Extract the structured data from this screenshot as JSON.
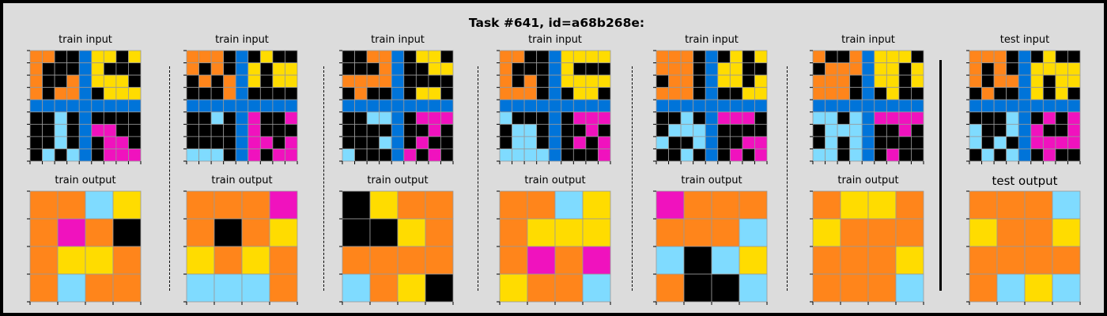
{
  "title": "Task #641, id=a68b268e:",
  "palette": {
    "0": "#000000",
    "1": "#0074D9",
    "2": "#F012BE",
    "3": "#2ECC40",
    "4": "#FFDC00",
    "5": "#AAAAAA",
    "6": "#F012BE",
    "7": "#FF851B",
    "8": "#7FDBFF",
    "9": "#870C25"
  },
  "pairs": [
    {
      "input_label": "train input",
      "output_label": "train output",
      "input": [
        [
          7,
          7,
          0,
          0,
          1,
          4,
          4,
          0,
          4
        ],
        [
          7,
          0,
          0,
          0,
          1,
          4,
          0,
          0,
          0
        ],
        [
          7,
          0,
          0,
          7,
          1,
          4,
          4,
          4,
          0
        ],
        [
          7,
          0,
          7,
          7,
          1,
          0,
          4,
          4,
          4
        ],
        [
          1,
          1,
          1,
          1,
          1,
          1,
          1,
          1,
          1
        ],
        [
          0,
          0,
          8,
          0,
          1,
          0,
          0,
          0,
          0
        ],
        [
          0,
          0,
          8,
          0,
          1,
          6,
          6,
          0,
          0
        ],
        [
          0,
          0,
          8,
          0,
          1,
          0,
          6,
          6,
          0
        ],
        [
          0,
          8,
          0,
          8,
          1,
          0,
          6,
          6,
          6
        ]
      ],
      "output": [
        [
          7,
          7,
          8,
          4
        ],
        [
          7,
          6,
          7,
          0
        ],
        [
          7,
          4,
          4,
          7
        ],
        [
          7,
          8,
          7,
          7
        ]
      ]
    },
    {
      "input_label": "train input",
      "output_label": "train output",
      "input": [
        [
          7,
          7,
          7,
          0,
          1,
          0,
          4,
          0,
          0
        ],
        [
          7,
          0,
          7,
          0,
          1,
          4,
          0,
          4,
          4
        ],
        [
          0,
          7,
          0,
          7,
          1,
          4,
          0,
          4,
          4
        ],
        [
          0,
          0,
          0,
          7,
          1,
          0,
          0,
          0,
          0
        ],
        [
          1,
          1,
          1,
          1,
          1,
          1,
          1,
          1,
          1
        ],
        [
          0,
          0,
          8,
          0,
          1,
          6,
          0,
          0,
          6
        ],
        [
          0,
          0,
          0,
          0,
          1,
          6,
          0,
          0,
          0
        ],
        [
          0,
          0,
          0,
          0,
          1,
          6,
          6,
          0,
          6
        ],
        [
          8,
          8,
          8,
          0,
          1,
          6,
          0,
          6,
          6
        ]
      ],
      "output": [
        [
          7,
          7,
          7,
          6
        ],
        [
          7,
          0,
          7,
          4
        ],
        [
          4,
          7,
          4,
          7
        ],
        [
          8,
          8,
          8,
          7
        ]
      ]
    },
    {
      "input_label": "train input",
      "output_label": "train output",
      "input": [
        [
          0,
          0,
          7,
          7,
          1,
          0,
          4,
          4,
          0
        ],
        [
          0,
          0,
          0,
          7,
          1,
          0,
          0,
          4,
          4
        ],
        [
          7,
          7,
          7,
          7,
          1,
          0,
          0,
          0,
          0
        ],
        [
          0,
          7,
          0,
          0,
          1,
          0,
          4,
          4,
          0
        ],
        [
          1,
          1,
          1,
          1,
          1,
          1,
          1,
          1,
          1
        ],
        [
          0,
          0,
          8,
          8,
          1,
          0,
          6,
          6,
          6
        ],
        [
          0,
          0,
          0,
          0,
          1,
          0,
          0,
          6,
          0
        ],
        [
          0,
          0,
          0,
          8,
          1,
          0,
          6,
          0,
          0
        ],
        [
          8,
          0,
          0,
          0,
          1,
          6,
          0,
          6,
          0
        ]
      ],
      "output": [
        [
          0,
          4,
          7,
          7
        ],
        [
          0,
          0,
          4,
          7
        ],
        [
          7,
          7,
          7,
          7
        ],
        [
          8,
          7,
          4,
          0
        ]
      ]
    },
    {
      "input_label": "train input",
      "output_label": "train output",
      "input": [
        [
          7,
          7,
          0,
          0,
          1,
          4,
          4,
          4,
          4
        ],
        [
          7,
          0,
          0,
          0,
          1,
          4,
          0,
          0,
          0
        ],
        [
          7,
          0,
          7,
          0,
          1,
          4,
          4,
          4,
          4
        ],
        [
          7,
          7,
          7,
          0,
          1,
          0,
          4,
          4,
          0
        ],
        [
          1,
          1,
          1,
          1,
          1,
          1,
          1,
          1,
          1
        ],
        [
          8,
          0,
          0,
          0,
          1,
          0,
          6,
          6,
          6
        ],
        [
          0,
          8,
          8,
          0,
          1,
          0,
          0,
          6,
          0
        ],
        [
          0,
          8,
          8,
          0,
          1,
          0,
          6,
          0,
          6
        ],
        [
          8,
          8,
          8,
          8,
          1,
          0,
          0,
          0,
          6
        ]
      ],
      "output": [
        [
          7,
          7,
          8,
          4
        ],
        [
          7,
          4,
          4,
          4
        ],
        [
          7,
          6,
          7,
          6
        ],
        [
          4,
          7,
          7,
          8
        ]
      ]
    },
    {
      "input_label": "train input",
      "output_label": "train output",
      "input": [
        [
          7,
          7,
          7,
          0,
          1,
          0,
          4,
          0,
          4
        ],
        [
          7,
          7,
          7,
          0,
          1,
          4,
          4,
          0,
          0
        ],
        [
          0,
          7,
          7,
          0,
          1,
          4,
          4,
          0,
          4
        ],
        [
          7,
          7,
          7,
          0,
          1,
          0,
          0,
          4,
          4
        ],
        [
          1,
          1,
          1,
          1,
          1,
          1,
          1,
          1,
          1
        ],
        [
          0,
          0,
          8,
          0,
          1,
          6,
          6,
          6,
          0
        ],
        [
          0,
          8,
          8,
          8,
          1,
          0,
          0,
          0,
          0
        ],
        [
          8,
          0,
          0,
          8,
          1,
          0,
          0,
          6,
          6
        ],
        [
          0,
          0,
          8,
          0,
          1,
          0,
          6,
          0,
          6
        ]
      ],
      "output": [
        [
          6,
          7,
          7,
          7
        ],
        [
          7,
          7,
          7,
          8
        ],
        [
          8,
          0,
          8,
          4
        ],
        [
          7,
          0,
          0,
          8
        ]
      ]
    },
    {
      "input_label": "train input",
      "output_label": "train output",
      "input": [
        [
          7,
          0,
          0,
          7,
          1,
          4,
          4,
          4,
          0
        ],
        [
          0,
          7,
          7,
          7,
          1,
          4,
          4,
          0,
          4
        ],
        [
          7,
          7,
          7,
          0,
          1,
          4,
          4,
          0,
          4
        ],
        [
          7,
          7,
          7,
          0,
          1,
          0,
          4,
          0,
          0
        ],
        [
          1,
          1,
          1,
          1,
          1,
          1,
          1,
          1,
          1
        ],
        [
          8,
          8,
          0,
          8,
          1,
          6,
          6,
          6,
          6
        ],
        [
          0,
          8,
          8,
          8,
          1,
          0,
          0,
          6,
          0
        ],
        [
          0,
          8,
          0,
          8,
          1,
          0,
          0,
          0,
          0
        ],
        [
          8,
          8,
          0,
          8,
          1,
          0,
          6,
          0,
          0
        ]
      ],
      "output": [
        [
          7,
          4,
          4,
          7
        ],
        [
          4,
          7,
          7,
          7
        ],
        [
          7,
          7,
          7,
          4
        ],
        [
          7,
          7,
          7,
          8
        ]
      ]
    }
  ],
  "test": {
    "input_label": "test input",
    "output_label": "test output",
    "input": [
      [
        7,
        7,
        7,
        0,
        1,
        0,
        4,
        0,
        0
      ],
      [
        7,
        0,
        7,
        0,
        1,
        4,
        4,
        4,
        4
      ],
      [
        7,
        0,
        7,
        7,
        1,
        4,
        0,
        4,
        4
      ],
      [
        0,
        7,
        0,
        0,
        1,
        4,
        0,
        4,
        0
      ],
      [
        1,
        1,
        1,
        1,
        1,
        1,
        1,
        1,
        1
      ],
      [
        0,
        0,
        0,
        8,
        1,
        0,
        6,
        0,
        6
      ],
      [
        8,
        0,
        0,
        8,
        1,
        6,
        0,
        0,
        6
      ],
      [
        8,
        0,
        8,
        0,
        1,
        6,
        6,
        6,
        6
      ],
      [
        0,
        8,
        0,
        8,
        1,
        0,
        6,
        0,
        0
      ]
    ],
    "output": [
      [
        7,
        7,
        7,
        8
      ],
      [
        4,
        7,
        7,
        4
      ],
      [
        7,
        7,
        7,
        7
      ],
      [
        7,
        8,
        4,
        8
      ]
    ]
  }
}
